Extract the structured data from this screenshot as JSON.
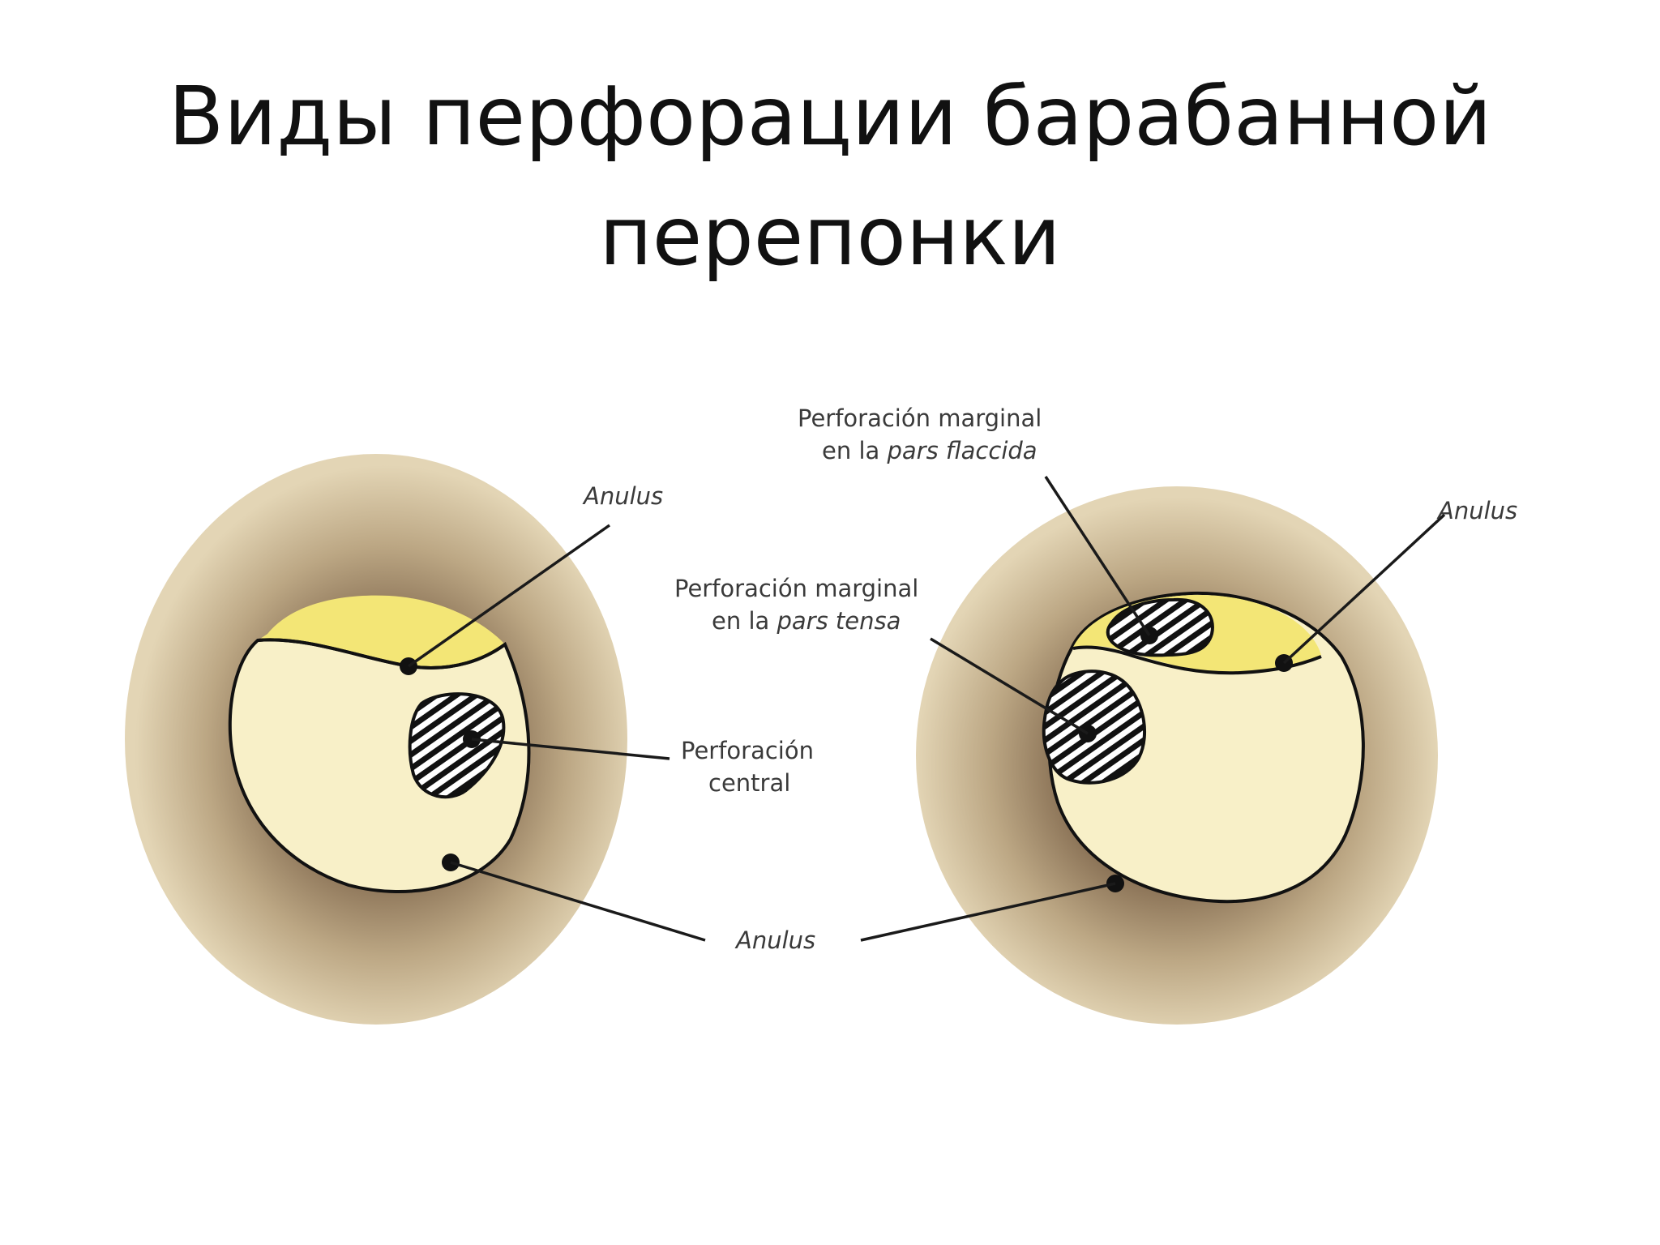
{
  "title": {
    "line1": "Виды перфорации барабанной",
    "line2": "перепонки"
  },
  "colors": {
    "background": "#ffffff",
    "outer_ring": "#d9c9a3",
    "outer_ring_dark": "#8a7256",
    "pars_flaccida": "#f3e676",
    "pars_tensa": "#f8f0c8",
    "outline": "#111111",
    "leader_line": "#1a1a1a",
    "label_text": "#3a3a3a"
  },
  "left_diagram": {
    "label_anulus_top": "Anulus",
    "label_perforation_central_line1": "Perforación",
    "label_perforation_central_line2": "central",
    "label_anulus_bottom": "Anulus"
  },
  "right_diagram": {
    "label_flaccida_line1": "Perforación marginal",
    "label_flaccida_line2_prefix": "en la ",
    "label_flaccida_line2_italic": "pars flaccida",
    "label_tensa_line1": "Perforación marginal",
    "label_tensa_line2_prefix": "en la ",
    "label_tensa_line2_italic": "pars tensa",
    "label_anulus_right": "Anulus"
  }
}
